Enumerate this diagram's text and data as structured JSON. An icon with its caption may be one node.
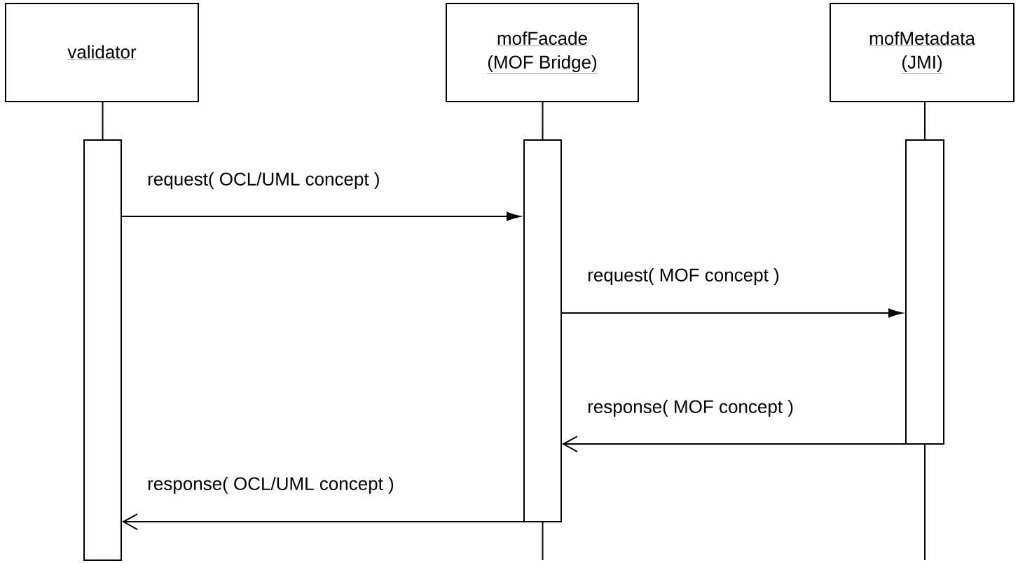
{
  "diagram": {
    "nodes": [
      {
        "text": [
          "validator"
        ]
      },
      {
        "text": [
          "mofFacade",
          "(MOF Bridge)"
        ]
      },
      {
        "text": [
          "mofMetadata",
          "(JMI)"
        ]
      },
      {
        "text": [],
        "shape": "bar"
      },
      {
        "text": [],
        "shape": "bar"
      },
      {
        "text": [],
        "shape": "bar"
      }
    ],
    "edges": [
      {
        "from": 0,
        "to": 3,
        "arrow": "none"
      },
      {
        "from": 1,
        "to": 4,
        "arrow": "none"
      },
      {
        "from": 2,
        "to": 5,
        "arrow": "none"
      },
      {
        "from": 4,
        "to": null,
        "arrow": "none"
      },
      {
        "from": 5,
        "to": null,
        "arrow": "none"
      },
      {
        "from": 3,
        "to": 4,
        "arrow": "to",
        "label": "request( OCL/UML concept )"
      },
      {
        "from": 4,
        "to": 5,
        "arrow": "to",
        "label": "request( MOF concept )"
      },
      {
        "from": 5,
        "to": 4,
        "arrow": "to",
        "label": "response( MOF concept )"
      },
      {
        "from": 4,
        "to": 3,
        "arrow": "to",
        "label": "response( OCL/UML concept )"
      }
    ]
  }
}
